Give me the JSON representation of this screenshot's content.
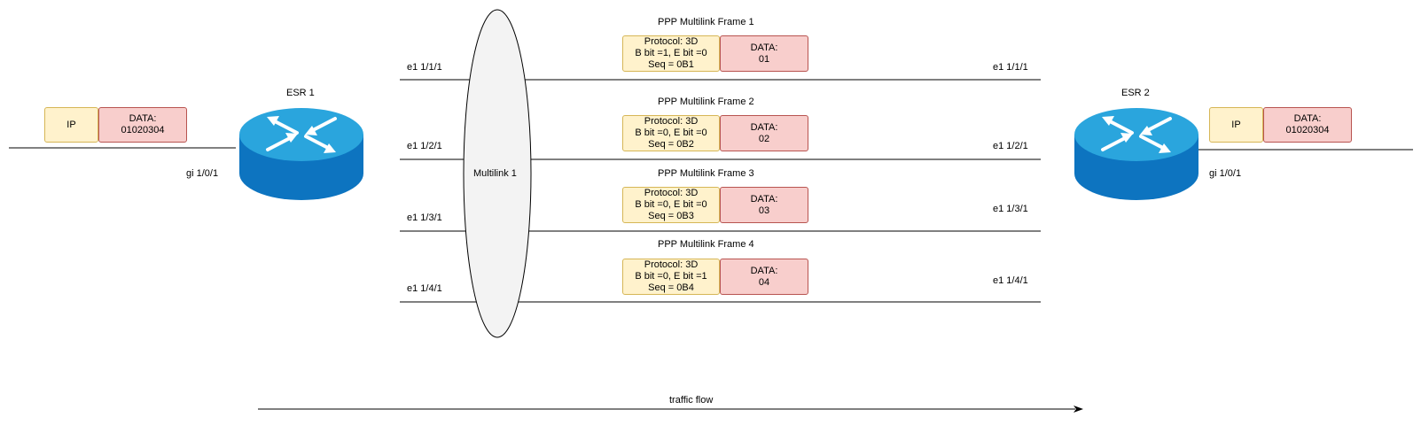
{
  "routers": [
    {
      "name": "ESR 1",
      "port": "gi 1/0/1",
      "ip_label": "IP",
      "data_label": "DATA:",
      "data_value": "01020304"
    },
    {
      "name": "ESR 2",
      "port": "gi 1/0/1",
      "ip_label": "IP",
      "data_label": "DATA:",
      "data_value": "01020304"
    }
  ],
  "multilink": {
    "label": "Multilink 1"
  },
  "links": [
    {
      "left_port": "e1 1/1/1",
      "right_port": "e1 1/1/1",
      "frame_title": "PPP Multilink Frame 1",
      "protocol": "Protocol: 3D",
      "bits": "B bit =1, E bit =0",
      "seq": "Seq = 0B1",
      "data_label": "DATA:",
      "data_value": "01"
    },
    {
      "left_port": "e1 1/2/1",
      "right_port": "e1 1/2/1",
      "frame_title": "PPP Multilink Frame 2",
      "protocol": "Protocol: 3D",
      "bits": "B bit =0, E bit =0",
      "seq": "Seq = 0B2",
      "data_label": "DATA:",
      "data_value": "02"
    },
    {
      "left_port": "e1 1/3/1",
      "right_port": "e1 1/3/1",
      "frame_title": "PPP Multilink Frame 3",
      "protocol": "Protocol: 3D",
      "bits": "B bit =0, E bit =0",
      "seq": "Seq = 0B3",
      "data_label": "DATA:",
      "data_value": "03"
    },
    {
      "left_port": "e1 1/4/1",
      "right_port": "e1 1/4/1",
      "frame_title": "PPP Multilink Frame 4",
      "protocol": "Protocol: 3D",
      "bits": "B bit =0, E bit =1",
      "seq": "Seq = 0B4",
      "data_label": "DATA:",
      "data_value": "04"
    }
  ],
  "traffic_flow": {
    "label": "traffic flow"
  },
  "colors": {
    "router_top": "#2aa5dd",
    "router_side": "#0d74c0",
    "header_fill": "#fff2cc",
    "header_stroke": "#d6b656",
    "data_fill": "#f8cecc",
    "data_stroke": "#b85450",
    "multilink_fill": "#f3f3f3"
  },
  "icons": {
    "router": "router-icon",
    "arrow": "arrow-right-icon"
  }
}
